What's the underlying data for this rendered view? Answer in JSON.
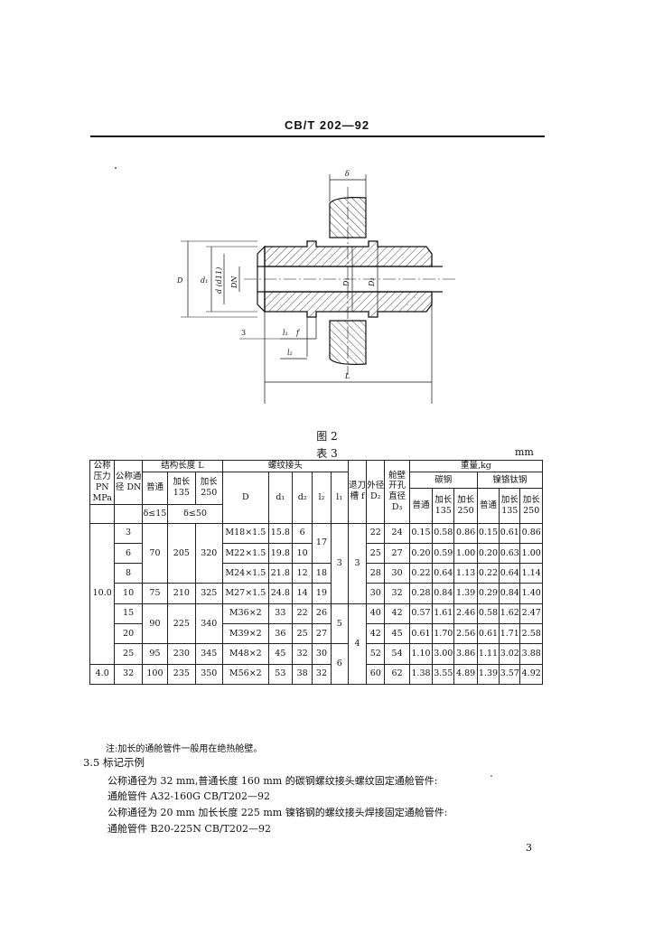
{
  "header": {
    "std_code": "CB/T 202—92"
  },
  "figure": {
    "labels": {
      "delta": "δ",
      "D": "D",
      "d1": "d₁",
      "d_d11": "d (d11)",
      "DN": "DN",
      "D1": "D₁",
      "D2": "D₂",
      "l1": "l₁",
      "f": "f",
      "l2": "l₂",
      "n3": "3",
      "L": "L"
    },
    "caption": "图 2"
  },
  "table": {
    "caption": "表 3",
    "unit": "mm",
    "head": {
      "pn": "公称压力 PN MPa",
      "dn": "公称通径 DN",
      "struct_len": "结构长度 L",
      "thread_joint": "螺纹接头",
      "undercut": "退刀槽 f",
      "outer_dia": "外径 D₂",
      "bulkhead_hole": "舱壁开孔直径 D₃",
      "weight": "重量,kg",
      "normal": "普通",
      "ext135": "加长 135",
      "ext250": "加长 250",
      "col_D": "D",
      "col_d1": "d₁",
      "col_d2": "d₂",
      "col_l2": "l₂",
      "col_l1": "l₁",
      "carbon_steel": "碳钢",
      "nicr_ti_steel": "镍铬钛钢",
      "w_normal": "普通",
      "w_ext135": "加长 135",
      "w_ext250": "加长 250",
      "tol_normal": "δ≤15",
      "tol_ext": "δ≤50"
    },
    "pn_values": {
      "p10": "10.0",
      "p4": "4.0"
    },
    "merged": {
      "l1_17": "17",
      "l1_3": "3",
      "f_3": "3",
      "l1_5": "5",
      "f_4": "4",
      "l1_6": "6"
    },
    "rows": [
      {
        "dn": "3",
        "normal": "70",
        "ext135": "205",
        "ext250": "320",
        "D": "M18×1.5",
        "d1": "15.8",
        "d2": "6",
        "l2": "",
        "D2": "22",
        "D3": "24",
        "cs_n": "0.15",
        "cs_135": "0.58",
        "cs_250": "0.86",
        "ns_n": "0.15",
        "ns_135": "0.61",
        "ns_250": "0.86"
      },
      {
        "dn": "6",
        "D": "M22×1.5",
        "d1": "19.8",
        "d2": "10",
        "l2": "",
        "D2": "25",
        "D3": "27",
        "cs_n": "0.20",
        "cs_135": "0.59",
        "cs_250": "1.00",
        "ns_n": "0.20",
        "ns_135": "0.63",
        "ns_250": "1.00"
      },
      {
        "dn": "8",
        "D": "M24×1.5",
        "d1": "21.8",
        "d2": "12",
        "l2": "18",
        "D2": "28",
        "D3": "30",
        "cs_n": "0.22",
        "cs_135": "0.64",
        "cs_250": "1.13",
        "ns_n": "0.22",
        "ns_135": "0.64",
        "ns_250": "1.14"
      },
      {
        "dn": "10",
        "normal": "75",
        "ext135": "210",
        "ext250": "325",
        "D": "M27×1.5",
        "d1": "24.8",
        "d2": "14",
        "l2": "19",
        "D2": "30",
        "D3": "32",
        "cs_n": "0.28",
        "cs_135": "0.84",
        "cs_250": "1.39",
        "ns_n": "0.29",
        "ns_135": "0.84",
        "ns_250": "1.40"
      },
      {
        "dn": "15",
        "normal": "90",
        "ext135": "225",
        "ext250": "340",
        "D": "M36×2",
        "d1": "33",
        "d2": "22",
        "l2": "26",
        "D2": "40",
        "D3": "42",
        "cs_n": "0.57",
        "cs_135": "1.61",
        "cs_250": "2.46",
        "ns_n": "0.58",
        "ns_135": "1.62",
        "ns_250": "2.47"
      },
      {
        "dn": "20",
        "D": "M39×2",
        "d1": "36",
        "d2": "25",
        "l2": "27",
        "D2": "42",
        "D3": "45",
        "cs_n": "0.61",
        "cs_135": "1.70",
        "cs_250": "2.56",
        "ns_n": "0.61",
        "ns_135": "1.71",
        "ns_250": "2.58"
      },
      {
        "dn": "25",
        "normal": "95",
        "ext135": "230",
        "ext250": "345",
        "D": "M48×2",
        "d1": "45",
        "d2": "32",
        "l2": "30",
        "D2": "52",
        "D3": "54",
        "cs_n": "1.10",
        "cs_135": "3.00",
        "cs_250": "3.86",
        "ns_n": "1.11",
        "ns_135": "3.02",
        "ns_250": "3.88"
      },
      {
        "dn": "32",
        "normal": "100",
        "ext135": "235",
        "ext250": "350",
        "D": "M56×2",
        "d1": "53",
        "d2": "38",
        "l2": "32",
        "D2": "60",
        "D3": "62",
        "cs_n": "1.38",
        "cs_135": "3.55",
        "cs_250": "4.89",
        "ns_n": "1.39",
        "ns_135": "3.57",
        "ns_250": "4.92"
      }
    ],
    "note": "注:加长的通舱管件一般用在绝热舱壁。"
  },
  "section": {
    "title": "3.5  标记示例",
    "line1": "公称通径为 32 mm,普通长度 160 mm 的碳钢螺纹接头螺纹固定通舱管件:",
    "line2": "通舱管件   A32-160G   CB/T202—92",
    "line3": "公称通径为 20 mm 加长长度 225 mm 镍铬钢的螺纹接头焊接固定通舱管件:",
    "line4": "通舱管件   B20-225N   CB/T202—92"
  },
  "page_number": "3"
}
